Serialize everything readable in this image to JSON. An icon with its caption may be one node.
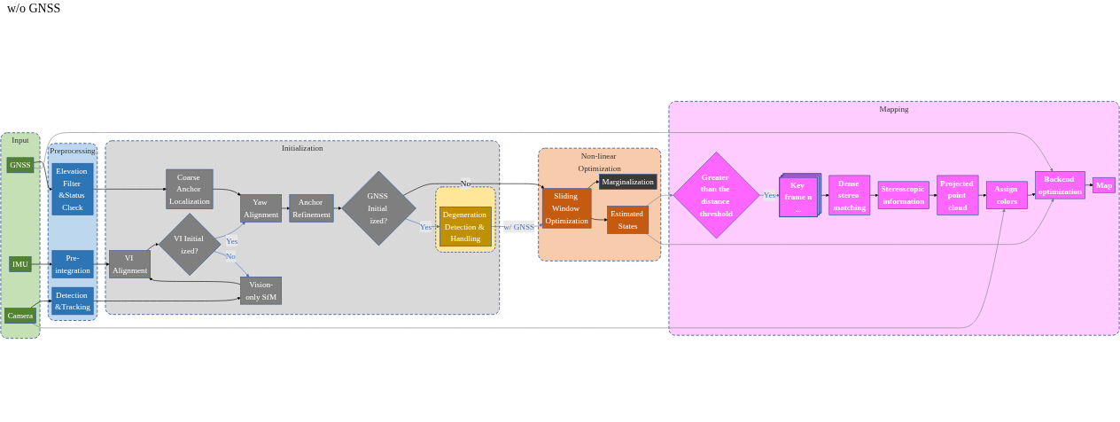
{
  "diagram": {
    "nodes": [
      {
        "text": [
          "Input"
        ]
      },
      {
        "text": [
          "GNSS"
        ],
        "in": 0
      },
      {
        "text": [
          "IMU"
        ],
        "in": 0
      },
      {
        "text": [
          "Camera"
        ],
        "in": 0
      },
      {
        "text": [
          "Preprocessing"
        ]
      },
      {
        "text": [
          "Elevation Filter &Status Check"
        ],
        "in": 4
      },
      {
        "text": [
          "Pre-integration"
        ],
        "in": 4
      },
      {
        "text": [
          "Detection &Tracking"
        ],
        "in": 4
      },
      {
        "text": [
          "Initialization"
        ]
      },
      {
        "text": [
          "Coarse Anchor Localization"
        ],
        "in": 8
      },
      {
        "text": [
          "Yaw Alignment"
        ],
        "in": 8
      },
      {
        "text": [
          "Anchor Refinement"
        ],
        "in": 8
      },
      {
        "text": [
          "VI Alignment"
        ],
        "in": 8
      },
      {
        "text": [
          "VI Initial ized?"
        ],
        "in": 8
      },
      {
        "text": [
          "GNSS Initial ized?"
        ],
        "in": 8
      },
      {
        "text": [
          "Vision-only SfM"
        ],
        "in": 8
      },
      {
        "text": [],
        "shape": "box",
        "in": 8
      },
      {
        "text": [
          "Degeneration Detection & Handling"
        ],
        "in": 16
      },
      {
        "text": [
          "Non-linear Optimization"
        ]
      },
      {
        "text": [
          "Marginalization"
        ],
        "in": 18
      },
      {
        "text": [
          "Sliding Window Optimization"
        ],
        "in": 18
      },
      {
        "text": [
          "Estimated States"
        ],
        "in": 18
      },
      {
        "text": [
          "Mapping"
        ]
      },
      {
        "text": [
          "Greater than the distance threshold"
        ],
        "in": 22
      },
      {
        "text": [
          "Key frame n",
          "..."
        ],
        "in": 22
      },
      {
        "text": [
          "Dense stereo matching"
        ],
        "in": 22
      },
      {
        "text": [
          "Stereoscopic information"
        ],
        "in": 22
      },
      {
        "text": [
          "Projected point cloud"
        ],
        "in": 22
      },
      {
        "text": [
          "Assign colors"
        ],
        "in": 22
      },
      {
        "text": [
          "Backend optimization"
        ],
        "in": 22
      },
      {
        "text": [
          "Map"
        ],
        "in": 22
      }
    ],
    "edges": [
      {
        "from": 1,
        "to": 5,
        "arrow": "to"
      },
      {
        "from": 2,
        "to": 6,
        "arrow": "to"
      },
      {
        "from": 3,
        "to": 7,
        "arrow": "to"
      },
      {
        "from": 5,
        "to": 9,
        "arrow": "to"
      },
      {
        "from": 6,
        "to": 12,
        "arrow": "to"
      },
      {
        "from": 7,
        "to": 15,
        "arrow": "to"
      },
      {
        "from": 9,
        "to": 10,
        "arrow": "to"
      },
      {
        "from": 10,
        "to": 11,
        "arrow": "to"
      },
      {
        "from": 11,
        "to": 14,
        "arrow": "to"
      },
      {
        "from": 12,
        "to": 13,
        "arrow": "to"
      },
      {
        "from": 13,
        "to": 10,
        "arrow": "to",
        "label": "Yes",
        "color": "#4472c4"
      },
      {
        "from": 13,
        "to": 15,
        "arrow": "to",
        "label": "No",
        "color": "#4472c4"
      },
      {
        "from": 15,
        "to": 12,
        "arrow": "to"
      },
      {
        "from": 14,
        "to": 20,
        "arrow": "to",
        "label": "No"
      },
      {
        "from": 14,
        "to": 17,
        "arrow": "to",
        "label": "Yes",
        "color": "#4472c4"
      },
      {
        "from": 17,
        "to": 20,
        "arrow": "to",
        "label": "w/ GNSS",
        "color": "#4472c4"
      },
      {
        "from": 20,
        "to": 19,
        "arrow": "to"
      },
      {
        "from": 20,
        "to": 21,
        "arrow": "to"
      },
      {
        "from": 21,
        "to": 23,
        "arrow": "to",
        "color": "#808080"
      },
      {
        "from": 3,
        "to": 28,
        "arrow": "to",
        "color": "#808080"
      },
      {
        "from": 1,
        "to": 29,
        "arrow": "to",
        "color": "#808080"
      },
      {
        "from": 21,
        "to": 29,
        "arrow": "to",
        "color": "#808080"
      },
      {
        "from": 23,
        "to": 24,
        "arrow": "to",
        "label": "Yes",
        "color": "#4472c4"
      },
      {
        "from": 24,
        "to": 25,
        "arrow": "to"
      },
      {
        "from": 25,
        "to": 26,
        "arrow": "to"
      },
      {
        "from": 26,
        "to": 27,
        "arrow": "to"
      },
      {
        "from": 27,
        "to": 28,
        "arrow": "to"
      },
      {
        "from": 28,
        "to": 29,
        "arrow": "to"
      },
      {
        "from": 29,
        "to": 30,
        "arrow": "to"
      }
    ],
    "labels": [
      "w/o GNSS"
    ]
  }
}
